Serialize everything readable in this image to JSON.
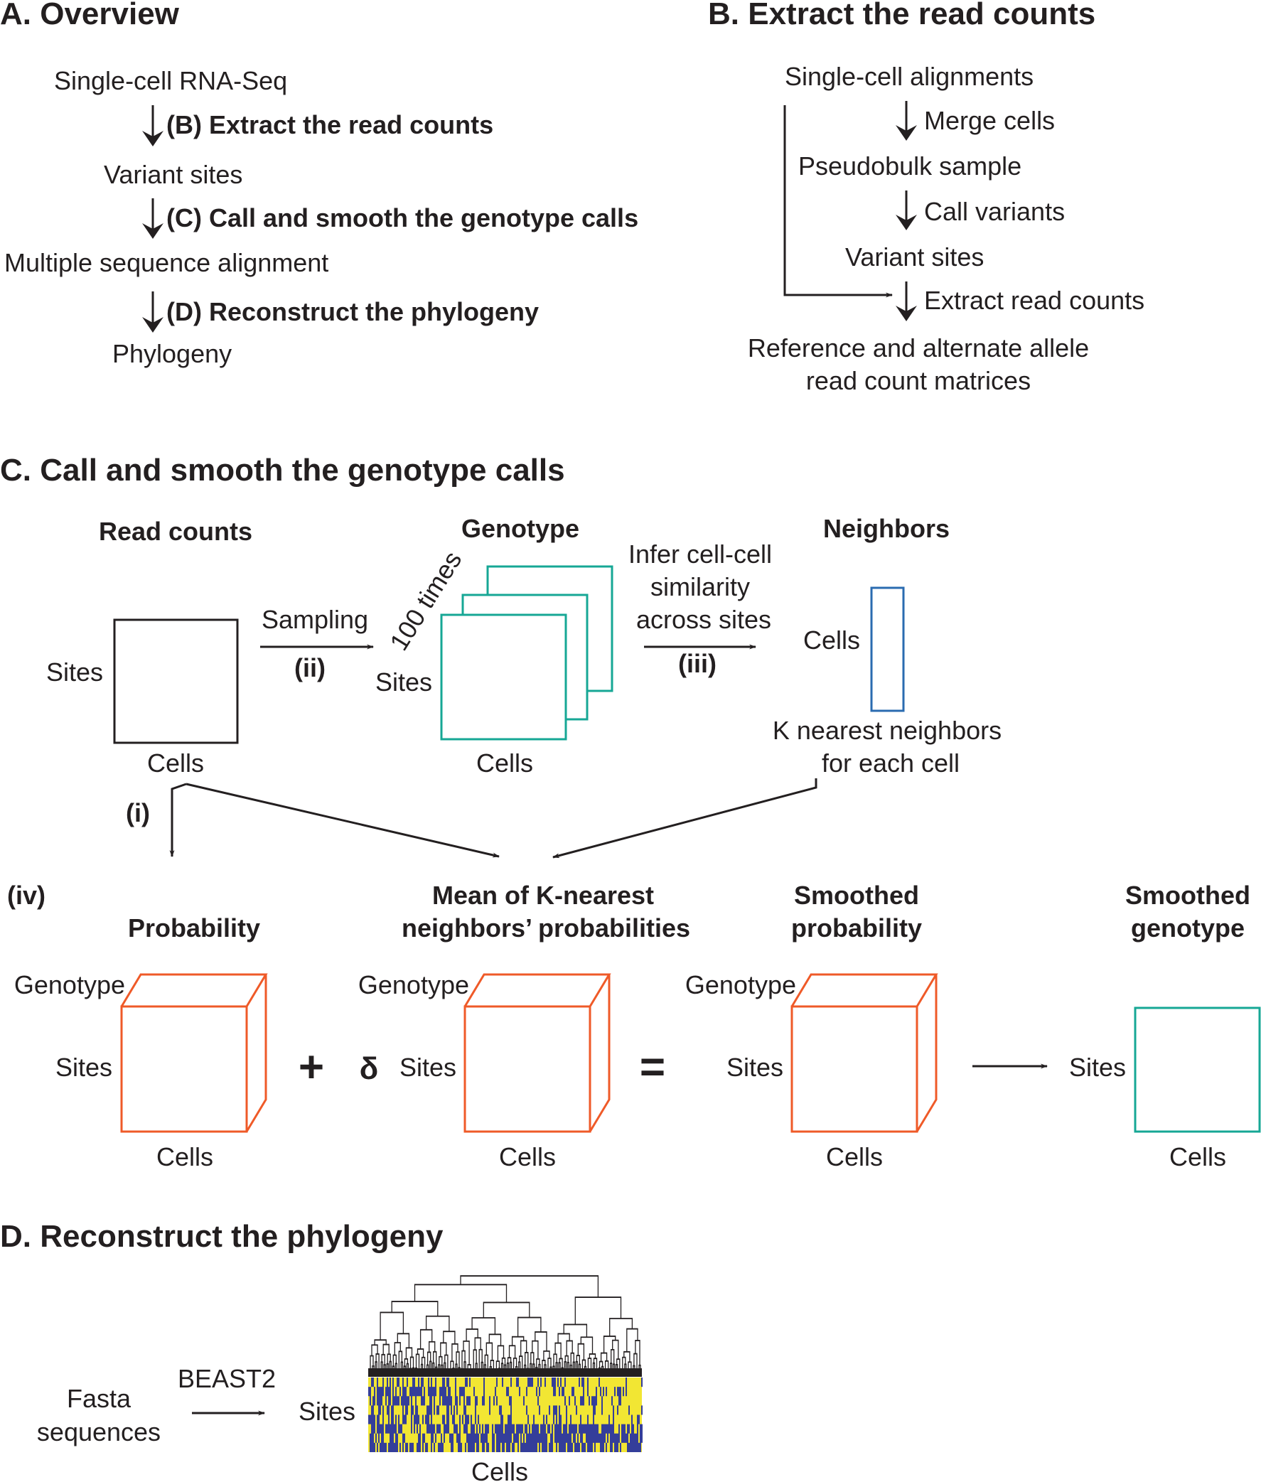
{
  "panel_a": {
    "title": "A. Overview",
    "steps": [
      "Single-cell RNA-Seq",
      "Variant sites",
      "Multiple sequence alignment",
      "Phylogeny"
    ],
    "arrows": [
      "(B) Extract the read counts",
      "(C) Call and smooth the genotype calls",
      "(D) Reconstruct the phylogeny"
    ]
  },
  "panel_b": {
    "title": "B. Extract the read counts",
    "input": "Single-cell alignments",
    "merge": "Merge cells",
    "pseudobulk": "Pseudobulk sample",
    "call": "Call variants",
    "variant_sites": "Variant sites",
    "extract": "Extract read counts",
    "output_line1": "Reference and alternate allele",
    "output_line2": "read count matrices"
  },
  "panel_c": {
    "title": "C. Call and smooth the genotype calls",
    "read_counts": {
      "title": "Read counts",
      "rows": "Sites",
      "cols": "Cells"
    },
    "sampling": "Sampling",
    "step_i": "(i)",
    "step_ii": "(ii)",
    "step_iii": "(iii)",
    "step_iv": "(iv)",
    "times": "100 times",
    "genotype": {
      "title": "Genotype",
      "rows": "Sites",
      "cols": "Cells"
    },
    "infer_lines": [
      "Infer cell-cell",
      "similarity",
      "across sites"
    ],
    "neighbors": {
      "title": "Neighbors",
      "rows": "Cells"
    },
    "knn_lines": [
      "K nearest neighbors",
      "for each cell"
    ],
    "probability": {
      "title": "Probability",
      "depth": "Genotype",
      "rows": "Sites",
      "cols": "Cells"
    },
    "mean_knn": {
      "title_lines": [
        "Mean of K-nearest",
        "neighbors’ probabilities"
      ],
      "depth": "Genotype",
      "rows": "Sites",
      "cols": "Cells"
    },
    "smoothed_prob": {
      "title_lines": [
        "Smoothed",
        "probability"
      ],
      "depth": "Genotype",
      "rows": "Sites",
      "cols": "Cells"
    },
    "smoothed_geno": {
      "title_lines": [
        "Smoothed",
        "genotype"
      ],
      "rows": "Sites",
      "cols": "Cells"
    },
    "plus": "+",
    "delta": "δ",
    "equals": "="
  },
  "panel_d": {
    "title": "D. Reconstruct the phylogeny",
    "fasta_line1": "Fasta",
    "fasta_line2": "sequences",
    "tool": "BEAST2",
    "rows": "Sites",
    "cols": "Cells"
  },
  "colors": {
    "probability_orange": "#ef5a28",
    "genotype_teal": "#16a795",
    "neighbors_blue": "#2a6bb0",
    "heatmap_yellow": "#f2e633",
    "heatmap_blue": "#343e9a"
  }
}
